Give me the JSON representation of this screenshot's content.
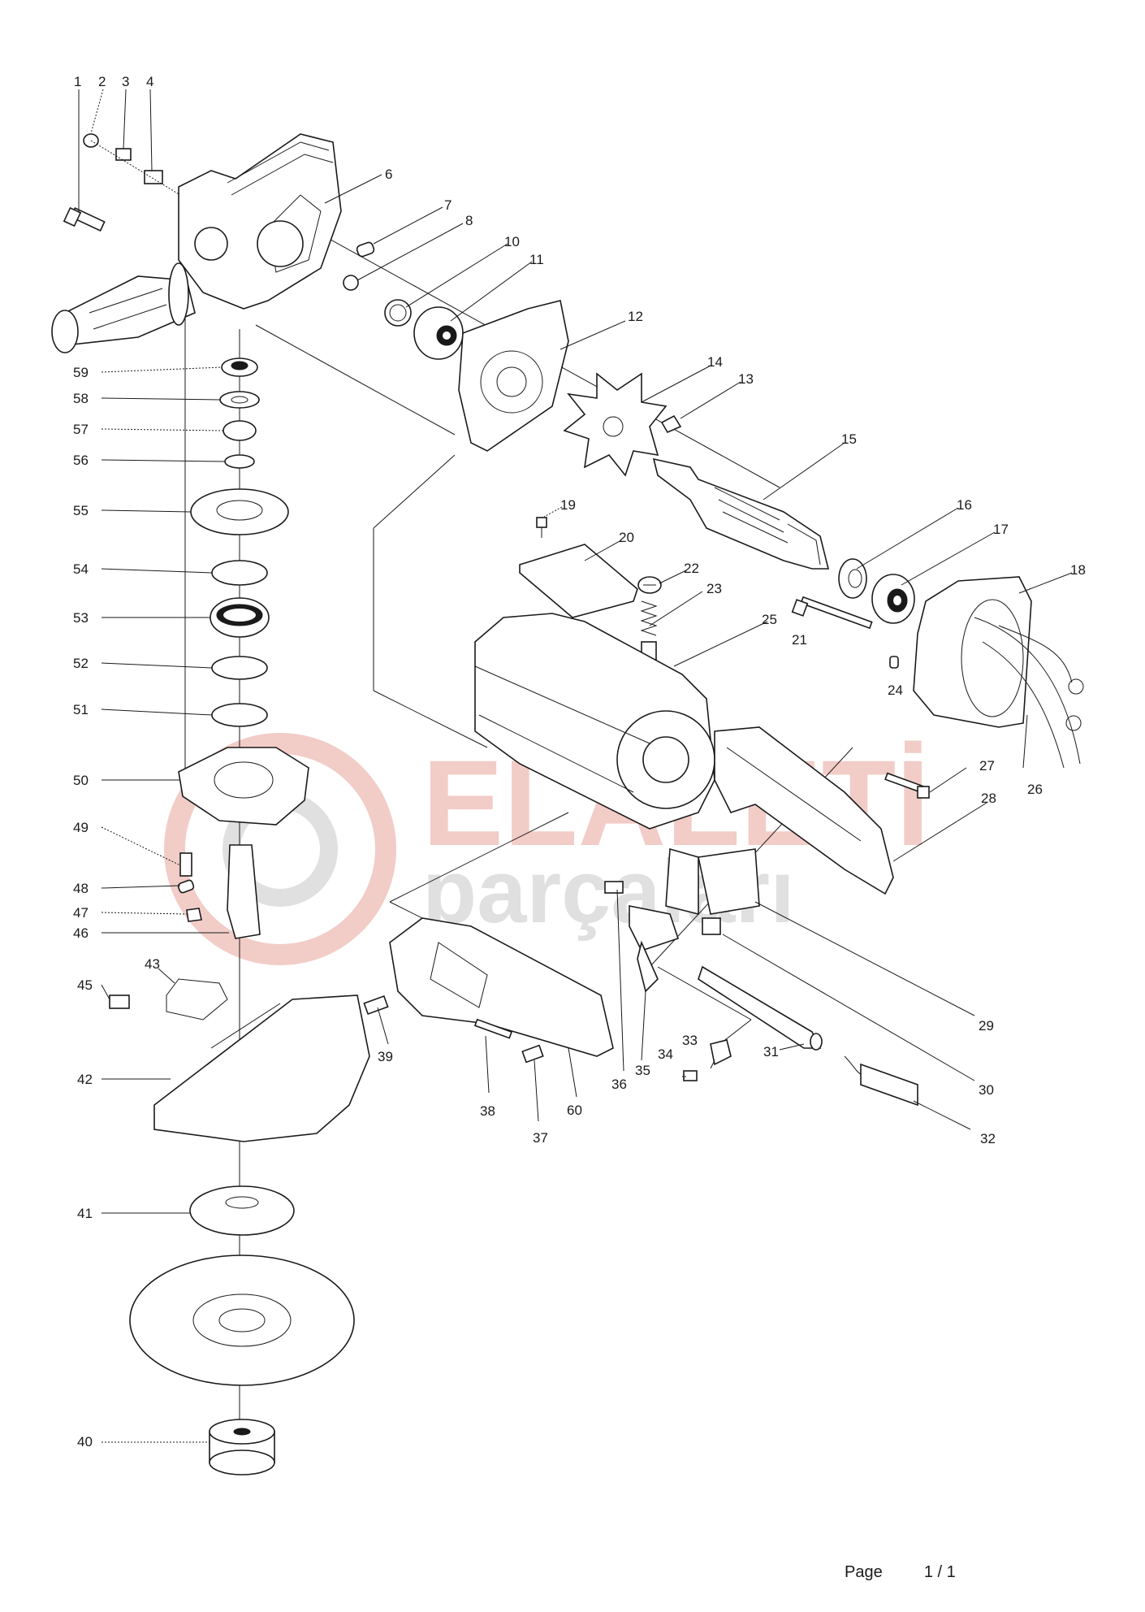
{
  "diagram": {
    "part_numbers": [
      "1",
      "2",
      "3",
      "4",
      "6",
      "7",
      "8",
      "10",
      "11",
      "12",
      "13",
      "14",
      "15",
      "16",
      "17",
      "18",
      "19",
      "20",
      "21",
      "22",
      "23",
      "24",
      "25",
      "26",
      "27",
      "28",
      "29",
      "30",
      "31",
      "32",
      "33",
      "34",
      "35",
      "36",
      "37",
      "38",
      "39",
      "40",
      "41",
      "42",
      "43",
      "45",
      "46",
      "47",
      "48",
      "49",
      "50",
      "51",
      "52",
      "53",
      "54",
      "55",
      "56",
      "57",
      "58",
      "59",
      "60"
    ],
    "watermark": {
      "line1": "ELALETİ",
      "line2": "parçaları",
      "color1": "#e8a49a",
      "color2": "#c8c8c8"
    }
  },
  "footer": {
    "page_label": "Page",
    "page_value": "1 / 1"
  }
}
